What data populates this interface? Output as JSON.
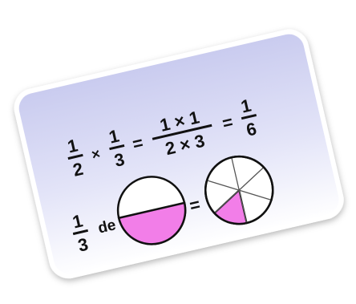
{
  "equation": {
    "a": {
      "num": "1",
      "den": "2"
    },
    "times": "×",
    "b": {
      "num": "1",
      "den": "3"
    },
    "equals1": "=",
    "product": {
      "num": "1 × 1",
      "den": "2 × 3"
    },
    "equals2": "=",
    "result": {
      "num": "1",
      "den": "6"
    }
  },
  "visual": {
    "fraction": {
      "num": "1",
      "den": "3"
    },
    "de_label": "de",
    "equals": "=",
    "half_fill_fraction": 0.5,
    "sixths_total": 6,
    "sixths_filled": 1
  },
  "colors": {
    "card_top": "#c9cbef",
    "card_bottom": "#ffffff",
    "card_border": "#ffffff",
    "fill": "#f27ee8",
    "ink": "#111111"
  }
}
